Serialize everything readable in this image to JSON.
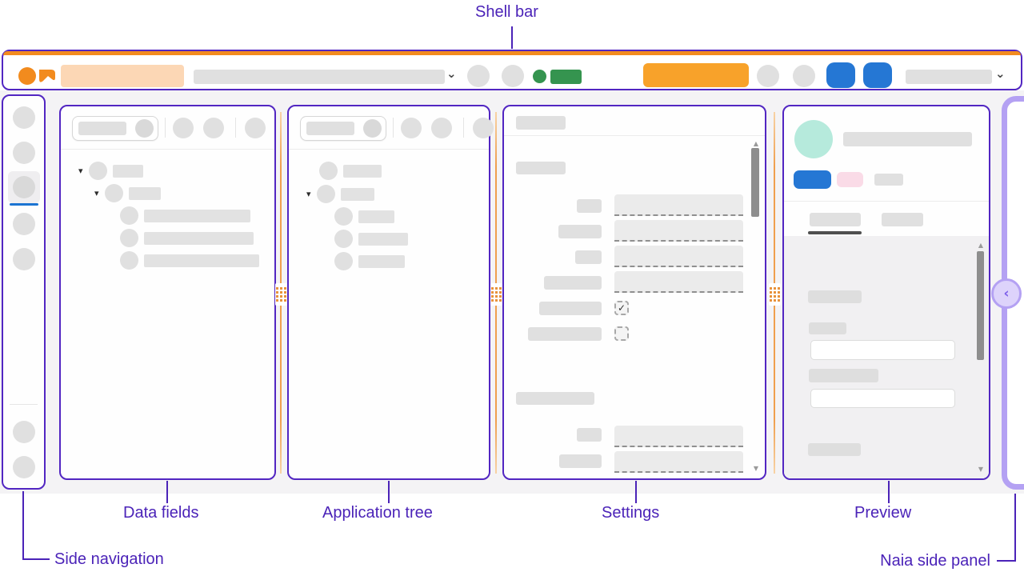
{
  "annotations": {
    "shell_bar": "Shell bar",
    "data_fields": "Data fields",
    "application_tree": "Application tree",
    "settings": "Settings",
    "preview": "Preview",
    "side_navigation": "Side navigation",
    "naia_side_panel": "Naia side panel"
  },
  "icons": {
    "chevron_down": "⌄",
    "caret_down": "▾",
    "check": "✓",
    "scroll_up": "▲",
    "scroll_down": "▼",
    "collapse_left": "‹"
  },
  "colors": {
    "annotation_purple": "#4b23b8",
    "frame_purple": "#5226c2",
    "brand_orange": "#f28b1e",
    "accent_orange": "#f8a22a",
    "peach": "#fcd7b5",
    "status_green": "#35944f",
    "action_blue": "#2577d4",
    "selected_blue": "#1b74d2",
    "mint": "#b6eadc",
    "pink": "#fadbe7",
    "naia_lavender": "#b4a1f3",
    "naia_chevron": "#7d60ea",
    "placeholder_gray": "#e0e0e0",
    "scrollbar_gray": "#8e8e8e"
  }
}
